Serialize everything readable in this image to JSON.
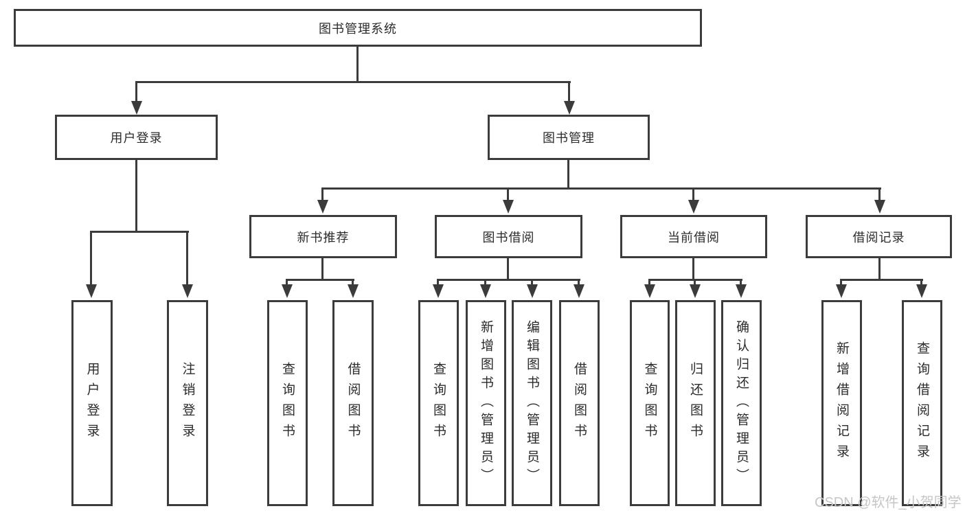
{
  "diagram": {
    "type": "hierarchy-tree",
    "root": {
      "label": "图书管理系统"
    },
    "branches": [
      {
        "label": "用户登录",
        "children": [
          {
            "label": "用户登录"
          },
          {
            "label": "注销登录"
          }
        ]
      },
      {
        "label": "图书管理",
        "children": [
          {
            "label": "新书推荐",
            "children": [
              {
                "label": "查询图书"
              },
              {
                "label": "借阅图书"
              }
            ]
          },
          {
            "label": "图书借阅",
            "children": [
              {
                "label": "查询图书"
              },
              {
                "label": "新增图书（管理员）"
              },
              {
                "label": "编辑图书（管理员）"
              },
              {
                "label": "借阅图书"
              }
            ]
          },
          {
            "label": "当前借阅",
            "children": [
              {
                "label": "查询图书"
              },
              {
                "label": "归还图书"
              },
              {
                "label": "确认归还（管理员）"
              }
            ]
          },
          {
            "label": "借阅记录",
            "children": [
              {
                "label": "新增借阅记录"
              },
              {
                "label": "查询借阅记录"
              }
            ]
          }
        ]
      }
    ],
    "watermark": "CSDN @软件_小贺同学",
    "colors": {
      "line": "#3b3b3b",
      "text": "#2b2b2b",
      "watermark": "#c6c6c6",
      "background": "#ffffff"
    }
  }
}
